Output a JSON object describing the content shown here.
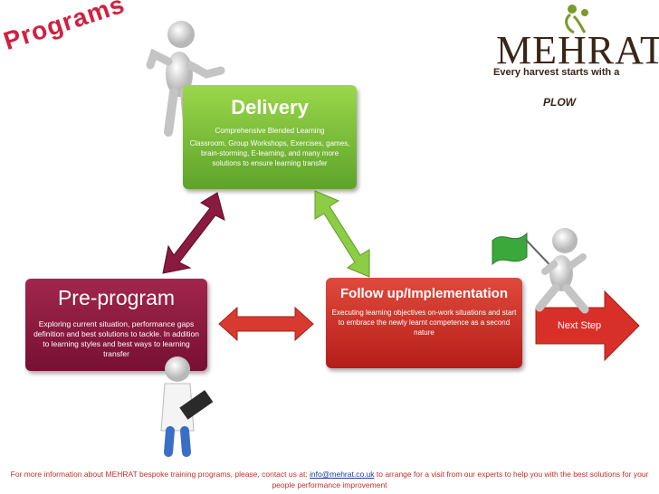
{
  "title": "Programs",
  "logo": {
    "word": "MEHRAT",
    "tagline_line1": "Every harvest starts with a",
    "tagline_line2": "PLOW"
  },
  "delivery": {
    "heading": "Delivery",
    "subheading": "Comprehensive Blended Learning",
    "description": "Classroom, Group Workshops, Exercises, games, brain-storming, E-learning, and many more solutions to ensure learning transfer"
  },
  "pre_program": {
    "heading": "Pre-program",
    "description": "Exploring current situation, performance gaps definition and best solutions to tackle. In addition to learning styles and best ways to learning transfer"
  },
  "follow_up": {
    "heading": "Follow up/Implementation",
    "description": "Executing learning objectives on-work situations and start to embrace the newly learnt competence as a second nature"
  },
  "next_step": "Next Step",
  "footer": {
    "text_before": "For more information about MEHRAT bespoke training programs, please, contact us at: ",
    "email": "info@mehrat.co.uk",
    "text_after": " to arrange for a visit from our experts to help you with the best solutions for your people performance improvement"
  },
  "colors": {
    "delivery": "#7cc23a",
    "pre_program": "#8b1a40",
    "follow_up": "#cc3328",
    "title": "#d02040"
  }
}
